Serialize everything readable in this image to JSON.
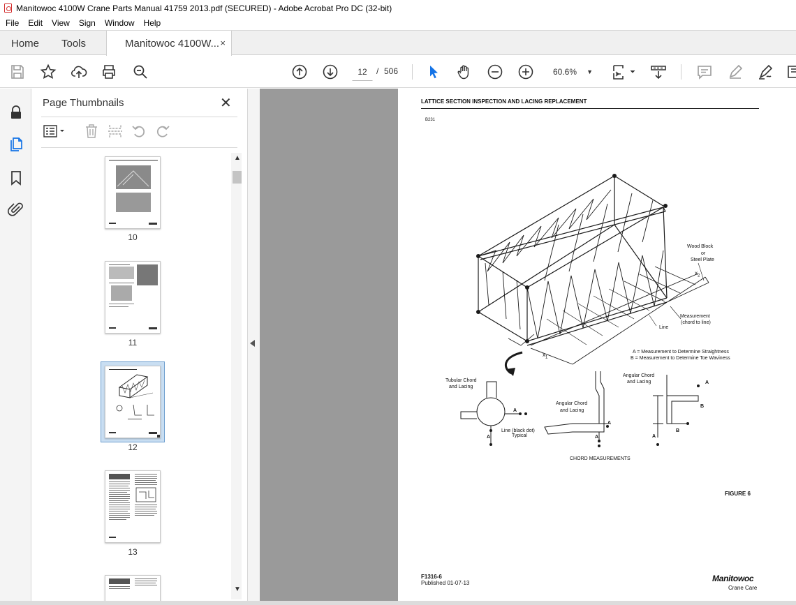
{
  "window": {
    "title": "Manitowoc 4100W Crane Parts Manual 41759 2013.pdf (SECURED) - Adobe Acrobat Pro DC (32-bit)"
  },
  "menu": [
    "File",
    "Edit",
    "View",
    "Sign",
    "Window",
    "Help"
  ],
  "tabs": {
    "home": "Home",
    "tools": "Tools",
    "document": "Manitowoc 4100W...",
    "close": "×"
  },
  "toolbar": {
    "current_page": "12",
    "page_separator": "/",
    "total_pages": "506",
    "zoom": "60.6%"
  },
  "thumbnails_panel": {
    "title": "Page Thumbnails",
    "close": "✕",
    "pages": [
      {
        "label": "10",
        "selected": false
      },
      {
        "label": "11",
        "selected": false
      },
      {
        "label": "12",
        "selected": true
      },
      {
        "label": "13",
        "selected": false
      }
    ]
  },
  "page_content": {
    "header": "LATTICE SECTION INSPECTION AND LACING REPLACEMENT",
    "code": "B231",
    "labels": {
      "wood_block": "Wood Block",
      "or": "or",
      "steel_plate": "Steel Plate",
      "x2": "x",
      "x2_sub": "2",
      "measurement": "Measurement",
      "chord_to_line": "(chord to line)",
      "line": "Line",
      "x1": "x",
      "x1_sub": "1",
      "legend_a": "A = Measurement to Determine Straightness",
      "legend_b": "B = Measurement to Determine Toe Waviness",
      "tubular_1": "Tubular Chord",
      "tubular_2": "and Lacing",
      "angular_mid_1": "Angular Chord",
      "angular_mid_2": "and Lacing",
      "angular_right_1": "Angular Chord",
      "angular_right_2": "and Lacing",
      "line_black_dot_1": "Line (black dot)",
      "line_black_dot_2": "Typical",
      "a": "A",
      "b": "B",
      "chord_measurements": "CHORD MEASUREMENTS"
    },
    "figure": "FIGURE 6",
    "doc_id": "F1316-6",
    "published": "Published 01-07-13",
    "brand": "Manitowoc",
    "brand_sub": "Crane Care"
  }
}
